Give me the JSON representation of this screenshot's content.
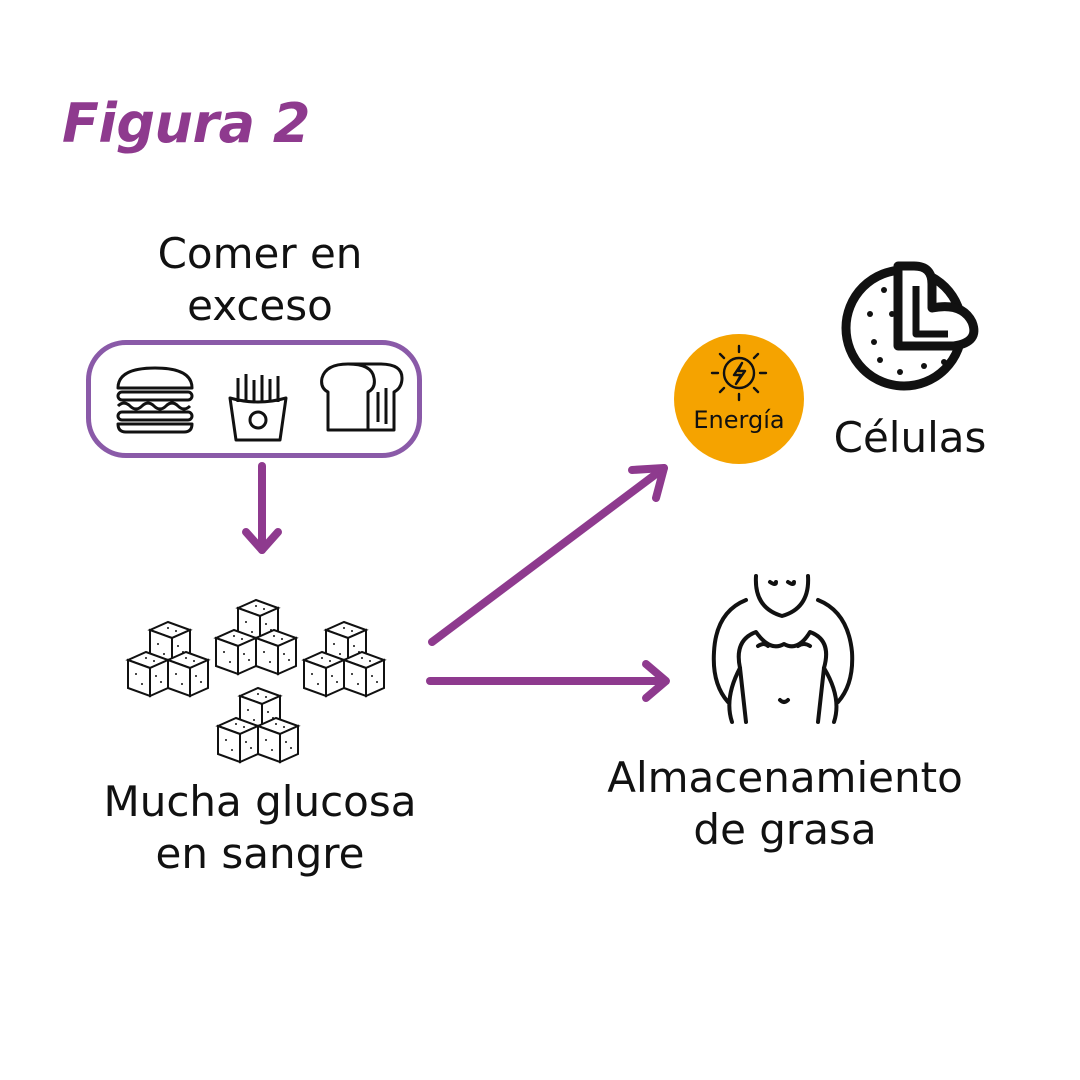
{
  "title": "Figura 2",
  "nodes": {
    "overeating": {
      "label_line1": "Comer en",
      "label_line2": "exceso"
    },
    "blood_glucose": {
      "label_line1": "Mucha glucosa",
      "label_line2": "en sangre"
    },
    "energy": {
      "label": "Energía"
    },
    "cells": {
      "label": "Células"
    },
    "fat_storage": {
      "label_line1": "Almacenamiento",
      "label_line2": "de grasa"
    }
  },
  "icons": [
    "burger-icon",
    "fries-icon",
    "bread-icon",
    "sugar-cubes-icon",
    "lightning-sun-icon",
    "cell-icon",
    "overweight-person-icon"
  ],
  "colors": {
    "title": "#8e3a8e",
    "arrow": "#8e3a8e",
    "box_border": "#8a5aa8",
    "energy": "#f5a300",
    "text": "#111111"
  }
}
